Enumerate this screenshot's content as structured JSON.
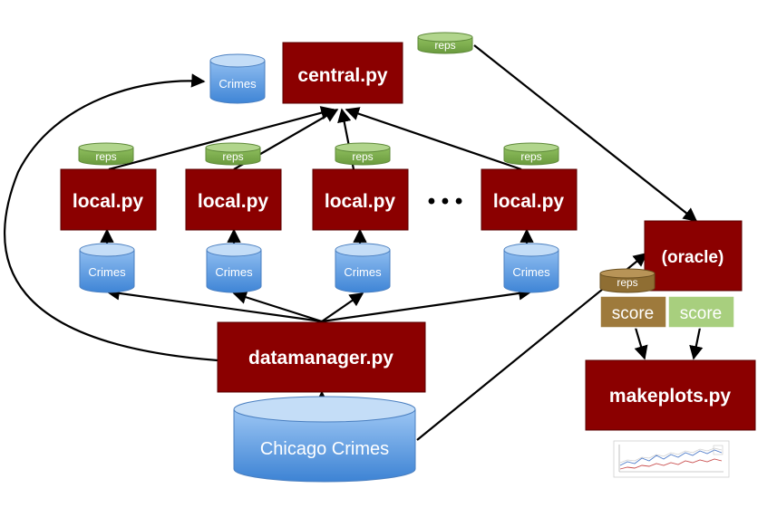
{
  "nodes": {
    "central": "central.py",
    "local": "local.py",
    "ellipsis": "• • •",
    "oracle": "(oracle)",
    "datamanager": "datamanager.py",
    "makeplots": "makeplots.py",
    "chicago": "Chicago Crimes",
    "crimes": "Crimes",
    "reps": "reps",
    "score": "score"
  },
  "colors": {
    "box": "#8b0000",
    "box_border": "#5a0000",
    "cylinder_top": "#bcd7f5",
    "cylinder_body": "#5b9be0",
    "reps": "#7aa84c",
    "reps_top": "#a9cf80",
    "reps_brown": "#9b7a3c",
    "score_brown": "#9e7a3c",
    "score_green": "#a8cf7e"
  }
}
